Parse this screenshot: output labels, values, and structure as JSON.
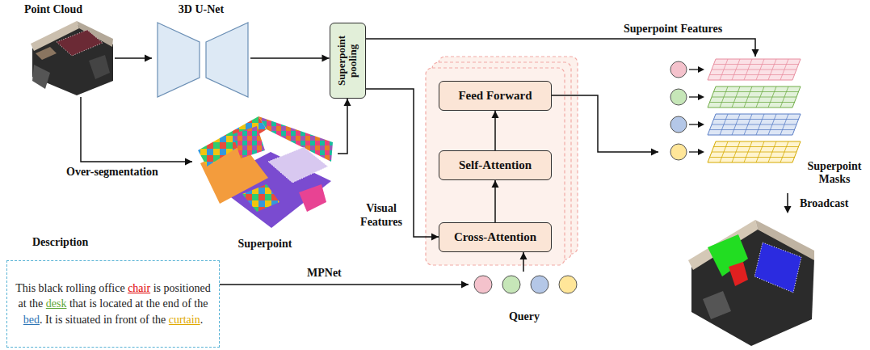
{
  "diagram": {
    "nodes": [
      {
        "text": [
          "Point Cloud"
        ]
      },
      {
        "text": [
          "3D U-Net"
        ]
      },
      {
        "text": [
          "Superpoint pooling"
        ]
      },
      {
        "text": [
          "Superpoint"
        ]
      },
      {
        "text": [
          "Feed Forward"
        ]
      },
      {
        "text": [
          "Self-Attention"
        ]
      },
      {
        "text": [
          "Cross-Attention"
        ]
      },
      {
        "text": [
          "Superpoint Masks"
        ]
      },
      {
        "text": [
          "Description",
          "This black rolling office",
          "chair",
          "is positioned at the",
          "desk",
          "that is located at the end of the",
          "bed",
          ". It is situated in front of the",
          "curtain",
          "."
        ]
      },
      {
        "text": [
          "Query"
        ]
      }
    ],
    "edges": [
      {
        "from": 0,
        "to": 1,
        "arrow": "to"
      },
      {
        "from": 1,
        "to": 2,
        "arrow": "to"
      },
      {
        "from": 0,
        "to": 3,
        "arrow": "to",
        "label": "Over-segmentation"
      },
      {
        "from": 3,
        "to": 2,
        "arrow": "to"
      },
      {
        "from": 2,
        "to": 6,
        "arrow": "to",
        "label": "Visual Features"
      },
      {
        "from": 6,
        "to": 5,
        "arrow": "to"
      },
      {
        "from": 5,
        "to": 4,
        "arrow": "to"
      },
      {
        "from": 4,
        "to": 7,
        "arrow": "to"
      },
      {
        "from": 2,
        "to": 7,
        "arrow": "to",
        "label": "Superpoint Features"
      },
      {
        "from": 8,
        "to": 9,
        "arrow": "to",
        "label": "MPNet"
      },
      {
        "from": 9,
        "to": 6,
        "arrow": "to"
      }
    ],
    "labels": [
      "Broadcast"
    ]
  }
}
